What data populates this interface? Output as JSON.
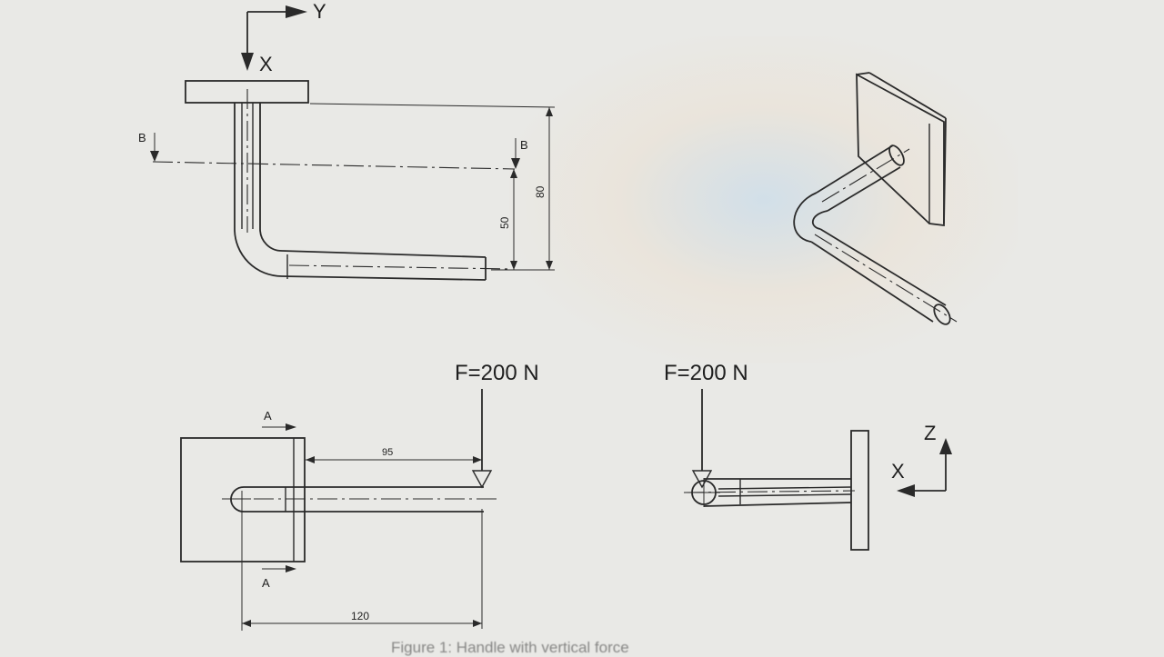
{
  "axes_top": {
    "x_label": "X",
    "y_label": "Y"
  },
  "axes_side": {
    "x_label": "X",
    "z_label": "Z"
  },
  "section_labels": {
    "b_left": "B",
    "b_right": "B",
    "a_top": "A",
    "a_bottom": "A"
  },
  "dimensions": {
    "d80": "80",
    "d50": "50",
    "d95": "95",
    "d120": "120"
  },
  "forces": {
    "front": "F=200 N",
    "side": "F=200 N"
  },
  "caption": "Figure 1: Handle with vertical force",
  "colors": {
    "ink": "#2a2a2a",
    "paper": "#e9e9e6"
  }
}
